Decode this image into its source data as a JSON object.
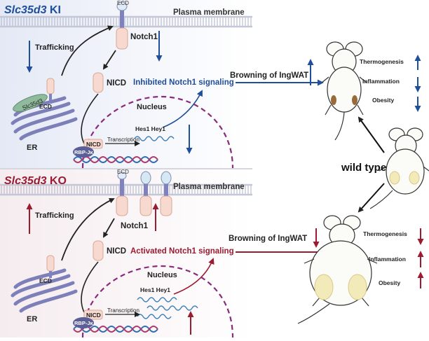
{
  "top_panel": {
    "title_gene": "Slc35d3",
    "title_suffix": " KI",
    "membrane_label": "Plasma membrane",
    "ecd_top": "ECD",
    "notch1": "Notch1",
    "trafficking": "Trafficking",
    "er_label": "ER",
    "er_ecd": "ECD",
    "slc_label": "Slc35d3",
    "nicd": "NICD",
    "signal": "Inhibited Notch1 signaling",
    "nucleus": "Nucleus",
    "hes_hey": "Hes1 Hey1",
    "transcription": "Transcription",
    "nicd_small": "NICD",
    "rbp": "RBP-Jκ",
    "browning": "Browning of IngWAT",
    "effects": [
      "Thermogenesis",
      "Inflammation",
      "Obesity"
    ]
  },
  "bottom_panel": {
    "title_gene": "Slc35d3",
    "title_suffix": " KO",
    "membrane_label": "Plasma membrane",
    "ecd_top": "ECD",
    "notch1": "Notch1",
    "trafficking": "Trafficking",
    "er_label": "ER",
    "er_ecd": "ECD",
    "nicd": "NICD",
    "signal": "Activated Notch1 signaling",
    "nucleus": "Nucleus",
    "hes_hey": "Hes1 Hey1",
    "transcription": "Transcription",
    "nicd_small": "NICD",
    "rbp": "RBP-Jκ",
    "browning": "Browning of IngWAT",
    "effects": [
      "Thermogenesis",
      "Inflammation",
      "Obesity"
    ]
  },
  "center_label": "wild type",
  "colors": {
    "blue": "#1f4e9c",
    "red": "#9b1b30",
    "top_bg": "#e9edf7",
    "bottom_bg": "#f7eef1",
    "membrane": "#c6c9d6",
    "nucleus": "#8a2a7a",
    "receptor": "#f7d9cf",
    "er_purple": "#7d7fb8",
    "slc_green": "#8fba9b"
  }
}
